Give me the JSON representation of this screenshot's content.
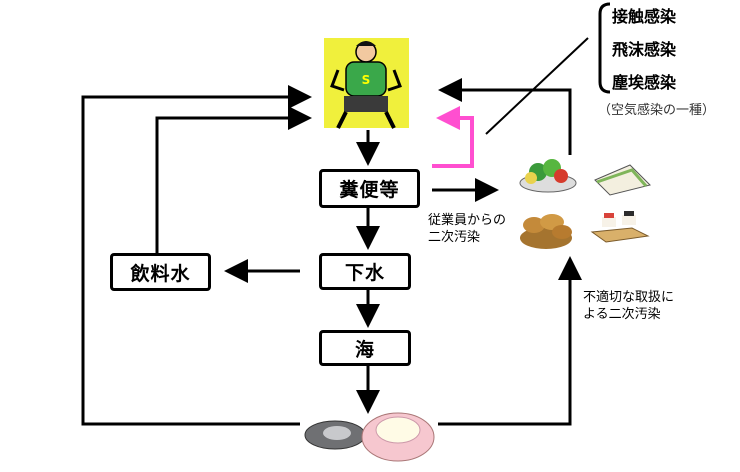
{
  "routes": {
    "items": [
      "接触感染",
      "飛沫感染",
      "塵埃感染"
    ],
    "note": "（空気感染の一種）"
  },
  "boxes": {
    "feces": "糞便等",
    "sewage": "下水",
    "sea": "海",
    "drinking_water": "飲料水"
  },
  "labels": {
    "employee_contamination": [
      "従業員からの",
      "二次汚染"
    ],
    "improper_handling": [
      "不適切な取扱に",
      "よる二次汚染"
    ]
  },
  "figure_text": {
    "shirt_symbol": "S"
  },
  "colors": {
    "arrow": "#000000",
    "pink_arrow": "#ff4fd0",
    "person_background": "#f0f03c",
    "oyster": "#f6c7cf"
  }
}
